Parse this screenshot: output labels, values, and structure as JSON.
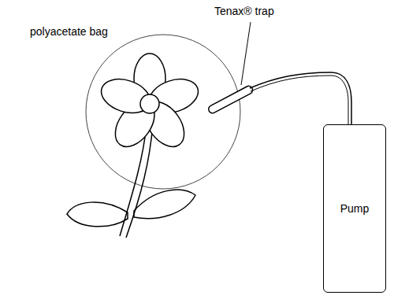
{
  "diagram": {
    "nodes": [
      {
        "text": [
          "Pump"
        ]
      }
    ],
    "labels": [
      "polyacetate bag",
      "Tenax® trap"
    ]
  }
}
